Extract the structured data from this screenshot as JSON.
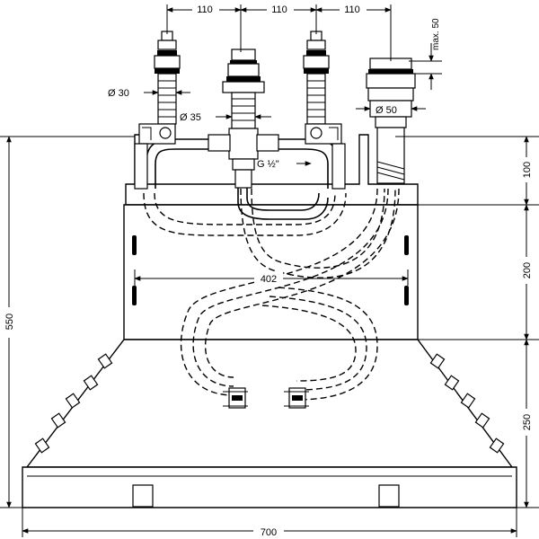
{
  "dimensions": {
    "spacing_1": "110",
    "spacing_2": "110",
    "spacing_3": "110",
    "max_height": "max. 50",
    "diameter_30": "Ø 30",
    "diameter_35": "Ø 35",
    "diameter_50": "Ø 50",
    "thread": "G ½\"",
    "height_total": "550",
    "height_top": "100",
    "height_middle": "200",
    "height_bottom": "250",
    "inner_width": "402",
    "total_width": "700"
  }
}
